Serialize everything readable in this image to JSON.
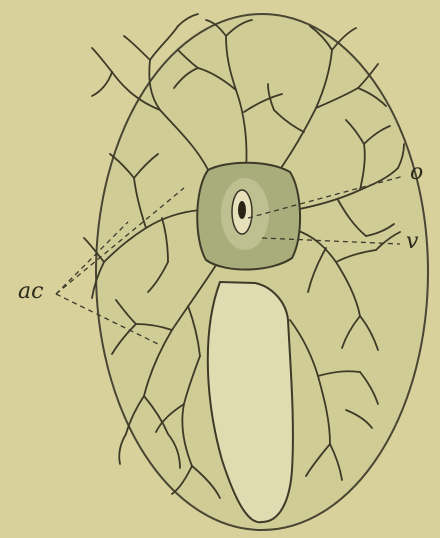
{
  "labels": {
    "o": "o",
    "v": "v",
    "ac": "ac"
  },
  "colors": {
    "background": "#d8d19b",
    "oval_fill": "#cfcc96",
    "oval_stroke": "#4a4634",
    "vessel": "#3e3a28",
    "center_fill": "#a9ad7c",
    "center_inner": "#c6c79a",
    "dark_spot": "#2a2416",
    "tail_fill": "#dfdcb2",
    "leader": "#3c3a2c"
  }
}
